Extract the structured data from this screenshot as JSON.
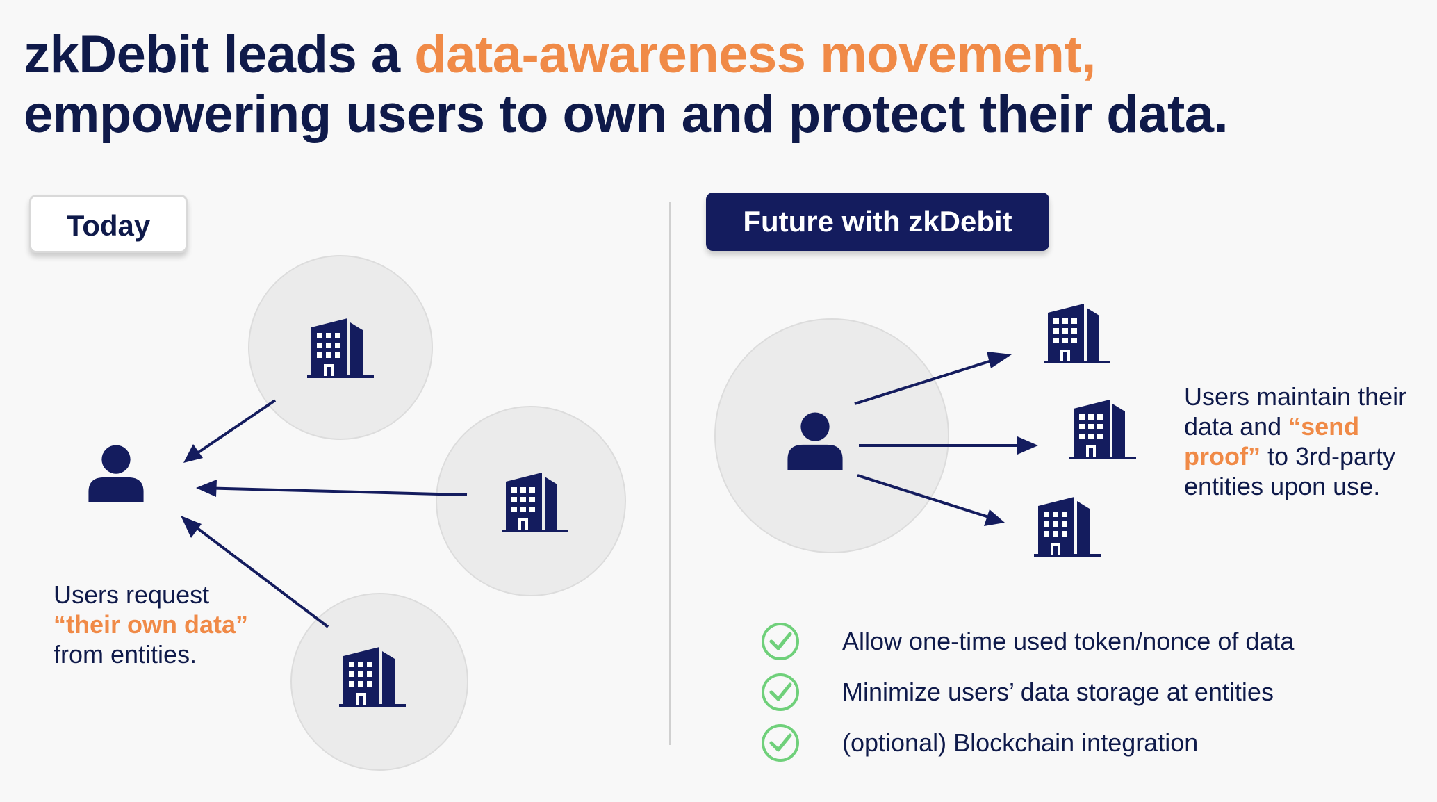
{
  "title": {
    "part1": "zkDebit leads a ",
    "highlight": "data-awareness movement,",
    "part2": " empowering users to own and protect their data."
  },
  "today": {
    "label": "Today",
    "caption": {
      "line1": "Users request",
      "highlight": "“their own data”",
      "line3": "from entities."
    }
  },
  "future": {
    "label": "Future with zkDebit",
    "caption": {
      "part1": "Users maintain their data and ",
      "highlight": "“send proof”",
      "part2": " to 3rd-party entities upon use."
    }
  },
  "benefits": [
    {
      "text": "Allow one-time used token/nonce of data",
      "icon": "check-circle-icon"
    },
    {
      "text": "Minimize users’ data storage at entities",
      "icon": "check-circle-icon"
    },
    {
      "text": "(optional) Blockchain integration",
      "icon": "check-circle-icon"
    }
  ],
  "colors": {
    "navy": "#141c5e",
    "accent": "#f08a47",
    "check": "#6fd07a",
    "circle": "#ebebeb"
  },
  "icons": {
    "user": "user-icon",
    "entity": "building-icon"
  }
}
